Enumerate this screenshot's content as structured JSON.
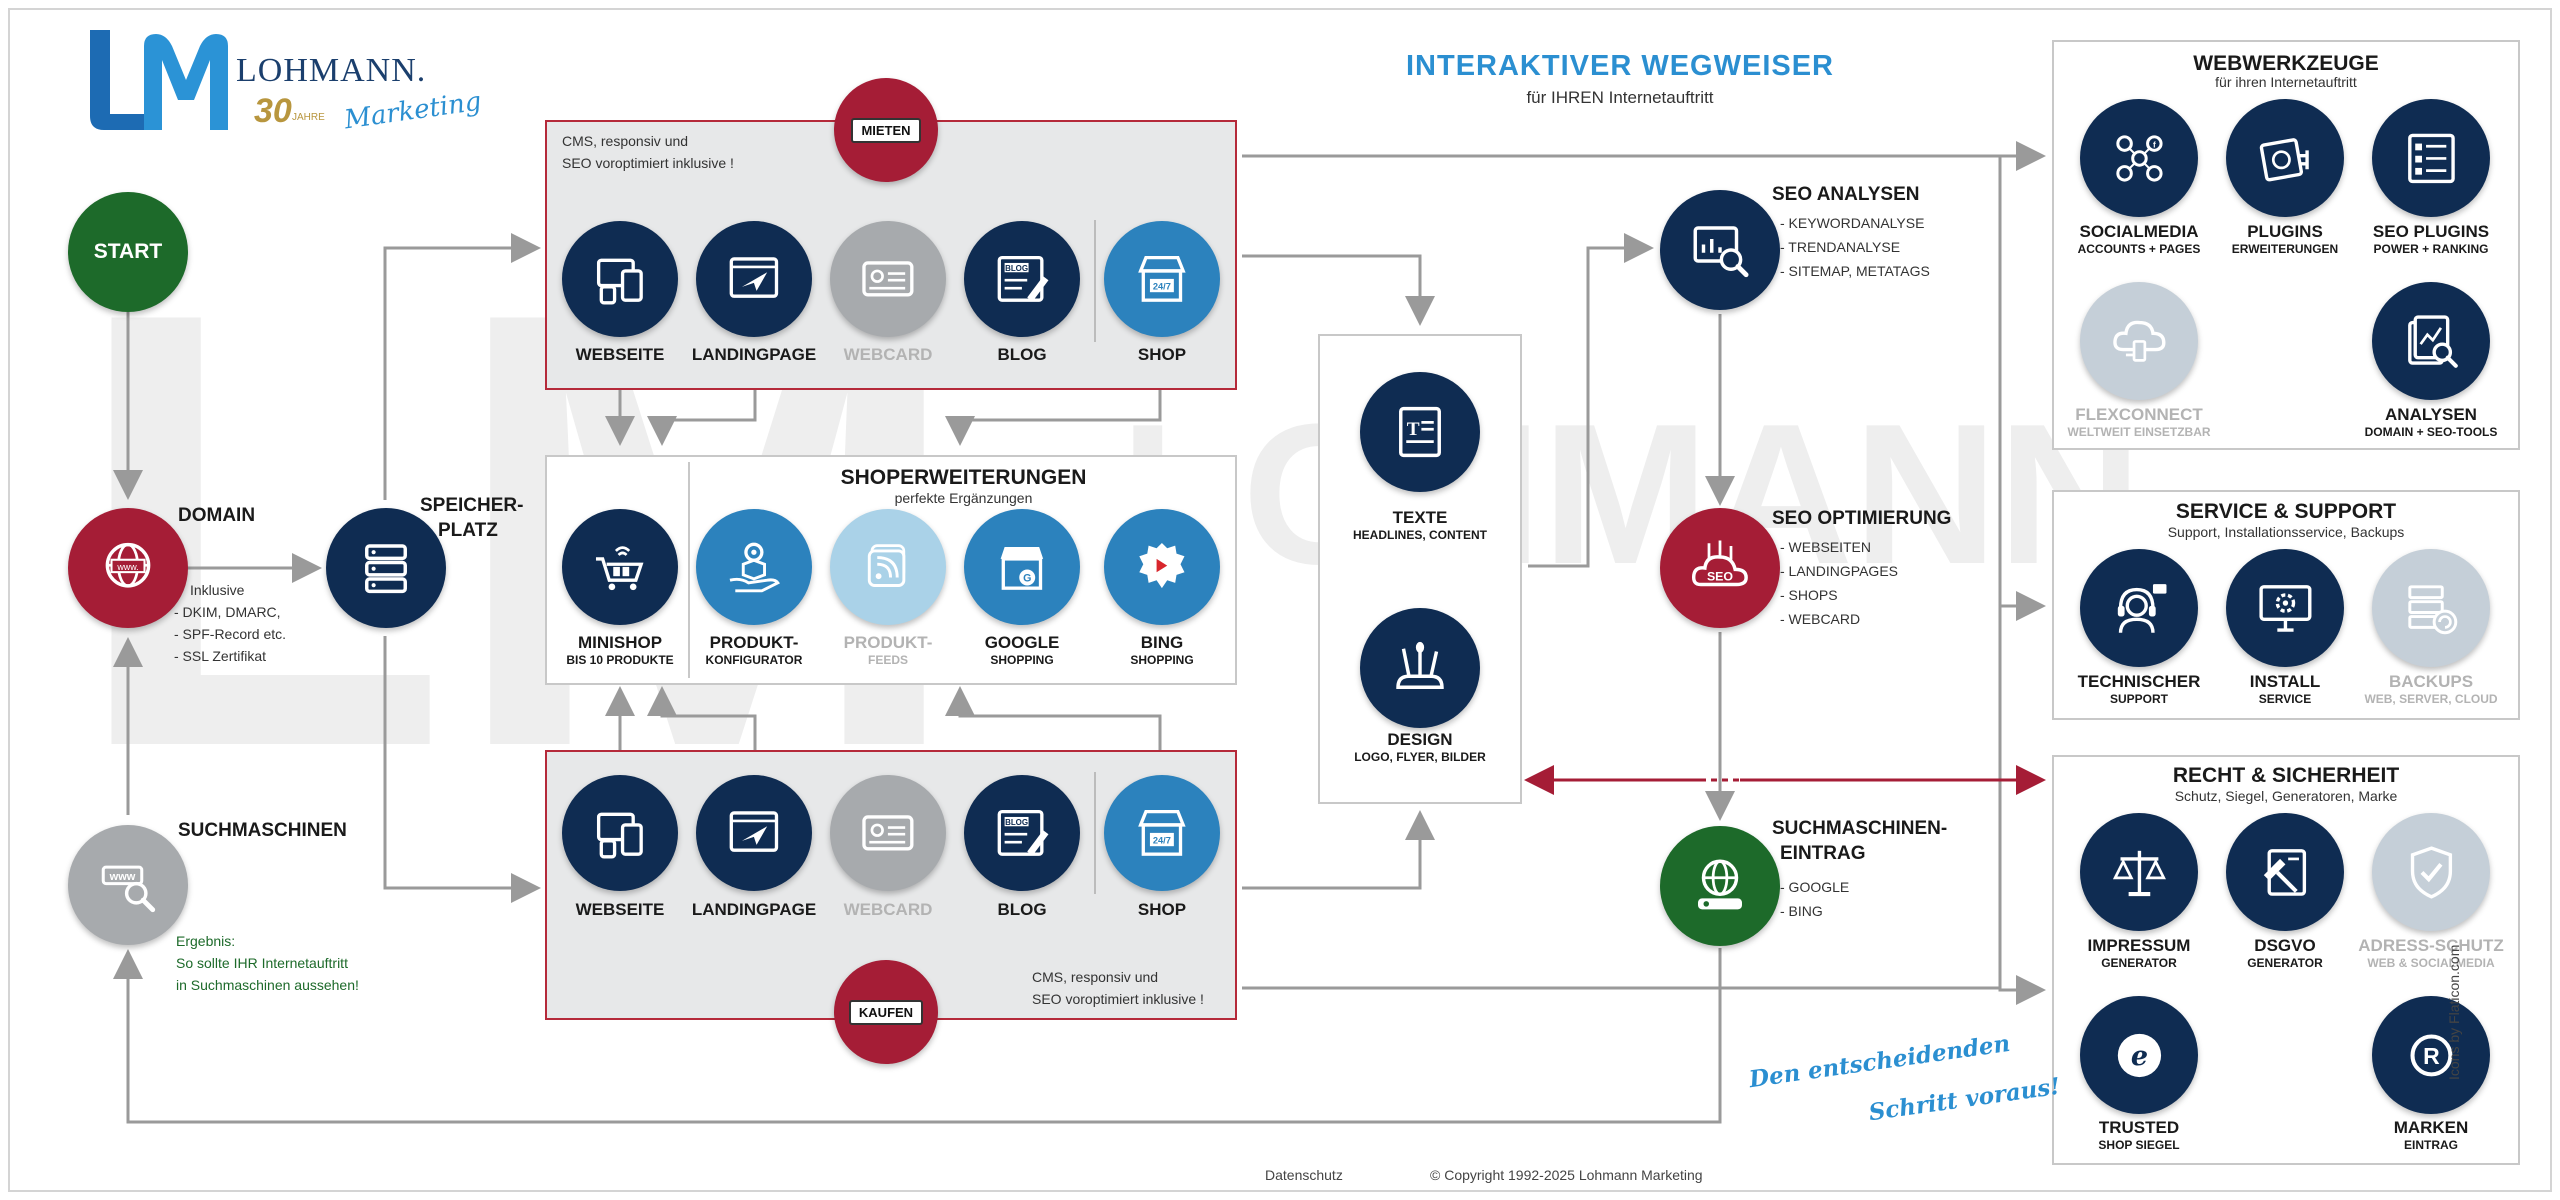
{
  "header": {
    "title": "INTERAKTIVER WEGWEISER",
    "subtitle": "für IHREN Internetauftritt"
  },
  "logo": {
    "brand": "LOHMANN.",
    "years": "30",
    "years_suffix": "JAHRE",
    "tagline": "Marketing"
  },
  "start": {
    "label": "START"
  },
  "domain": {
    "label": "DOMAIN",
    "notes": [
      "Inklusive",
      "- DKIM, DMARC,",
      "- SPF-Record etc.",
      "- SSL Zertifikat"
    ]
  },
  "speicher": {
    "label_1": "SPEICHER-",
    "label_2": "PLATZ"
  },
  "suchmaschinen": {
    "label": "SUCHMASCHINEN",
    "result_1": "Ergebnis:",
    "result_2": "So sollte IHR Internetauftritt",
    "result_3": "in Suchmaschinen aussehen!"
  },
  "mieten": {
    "pin": "MIETEN",
    "note_1": "CMS, responsiv und",
    "note_2": "SEO voroptimiert inklusive !",
    "items": [
      "WEBSEITE",
      "LANDINGPAGE",
      "WEBCARD",
      "BLOG",
      "SHOP"
    ]
  },
  "kaufen": {
    "pin": "KAUFEN",
    "note_1": "CMS, responsiv und",
    "note_2": "SEO voroptimiert inklusive !",
    "items": [
      "WEBSEITE",
      "LANDINGPAGE",
      "WEBCARD",
      "BLOG",
      "SHOP"
    ]
  },
  "shoperweiterungen": {
    "title": "SHOPERWEITERUNGEN",
    "subtitle": "perfekte Ergänzungen",
    "items": [
      {
        "l1": "MINISHOP",
        "l2": "BIS 10 PRODUKTE"
      },
      {
        "l1": "PRODUKT-",
        "l2": "KONFIGURATOR"
      },
      {
        "l1": "PRODUKT-",
        "l2": "FEEDS"
      },
      {
        "l1": "GOOGLE",
        "l2": "SHOPPING"
      },
      {
        "l1": "BING",
        "l2": "SHOPPING"
      }
    ]
  },
  "texte": {
    "l1": "TEXTE",
    "l2": "HEADLINES, CONTENT"
  },
  "design": {
    "l1": "DESIGN",
    "l2": "LOGO, FLYER, BILDER"
  },
  "seo_analysen": {
    "title": "SEO ANALYSEN",
    "items": [
      "- KEYWORDANALYSE",
      "- TRENDANALYSE",
      "- SITEMAP, METATAGS"
    ]
  },
  "seo_optimierung": {
    "title": "SEO OPTIMIERUNG",
    "items": [
      "- WEBSEITEN",
      "- LANDINGPAGES",
      "- SHOPS",
      "- WEBCARD"
    ]
  },
  "suchmaschinen_eintrag": {
    "title_1": "SUCHMASCHINEN-",
    "title_2": "EINTRAG",
    "items": [
      "- GOOGLE",
      "- BING"
    ]
  },
  "webwerkzeuge": {
    "title": "WEBWERKZEUGE",
    "subtitle": "für ihren Internetauftritt",
    "items": [
      {
        "l1": "SOCIALMEDIA",
        "l2": "ACCOUNTS + PAGES"
      },
      {
        "l1": "PLUGINS",
        "l2": "ERWEITERUNGEN"
      },
      {
        "l1": "SEO PLUGINS",
        "l2": "POWER + RANKING"
      },
      {
        "l1": "FLEXCONNECT",
        "l2": "WELTWEIT EINSETZBAR"
      },
      {
        "l1": "ANALYSEN",
        "l2": "DOMAIN + SEO-TOOLS"
      }
    ]
  },
  "service": {
    "title": "SERVICE & SUPPORT",
    "subtitle": "Support, Installationsservice, Backups",
    "items": [
      {
        "l1": "TECHNISCHER",
        "l2": "SUPPORT"
      },
      {
        "l1": "INSTALL",
        "l2": "SERVICE"
      },
      {
        "l1": "BACKUPS",
        "l2": "WEB, SERVER, CLOUD"
      }
    ]
  },
  "recht": {
    "title": "RECHT & SICHERHEIT",
    "subtitle": "Schutz, Siegel, Generatoren, Marke",
    "items": [
      {
        "l1": "IMPRESSUM",
        "l2": "GENERATOR"
      },
      {
        "l1": "DSGVO",
        "l2": "GENERATOR"
      },
      {
        "l1": "ADRESS-SCHUTZ",
        "l2": "WEB & SOCIALMEDIA"
      },
      {
        "l1": "TRUSTED",
        "l2": "SHOP SIEGEL"
      },
      {
        "l1": "MARKEN",
        "l2": "EINTRAG"
      }
    ]
  },
  "slogan": {
    "line_1": "Den entscheidenden",
    "line_2": "Schritt voraus!"
  },
  "footer": {
    "datenschutz": "Datenschutz",
    "copyright": "© Copyright 1992-2025 Lohmann Marketing",
    "credits": "Icons by Flaticon.com"
  },
  "colors": {
    "navy": "#0f2c52",
    "red": "#a51d36",
    "green": "#1d6a2a",
    "blue_title": "#2b8fd1",
    "faded": "#b3b3b3"
  }
}
